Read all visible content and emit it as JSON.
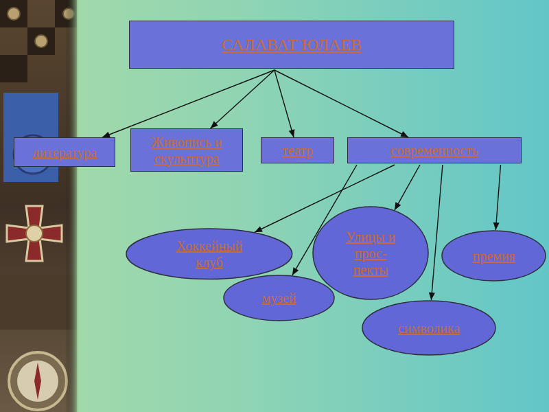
{
  "diagram": {
    "nodes": [
      {
        "text": [
          "САЛАВАТ ЮЛАЕВ"
        ]
      },
      {
        "text": [
          "литература"
        ]
      },
      {
        "text": [
          "Живопись и скульптура"
        ]
      },
      {
        "text": [
          "театр"
        ]
      },
      {
        "text": [
          "современность"
        ]
      },
      {
        "text": [
          "Улицы и прос- пекты"
        ]
      },
      {
        "text": [
          "Хоккейный клуб"
        ]
      },
      {
        "text": [
          "премия"
        ]
      },
      {
        "text": [
          "музей"
        ]
      },
      {
        "text": [
          "символика"
        ]
      }
    ],
    "edges": [
      {
        "from": 0,
        "to": 1,
        "arrow": "to"
      },
      {
        "from": 0,
        "to": 2,
        "arrow": "to"
      },
      {
        "from": 0,
        "to": 3,
        "arrow": "to"
      },
      {
        "from": 0,
        "to": 4,
        "arrow": "to"
      },
      {
        "from": 4,
        "to": 6,
        "arrow": "to"
      },
      {
        "from": 4,
        "to": 8,
        "arrow": "to"
      },
      {
        "from": 4,
        "to": 5,
        "arrow": "to"
      },
      {
        "from": 4,
        "to": 9,
        "arrow": "to"
      },
      {
        "from": 4,
        "to": 7,
        "arrow": "to"
      }
    ]
  }
}
